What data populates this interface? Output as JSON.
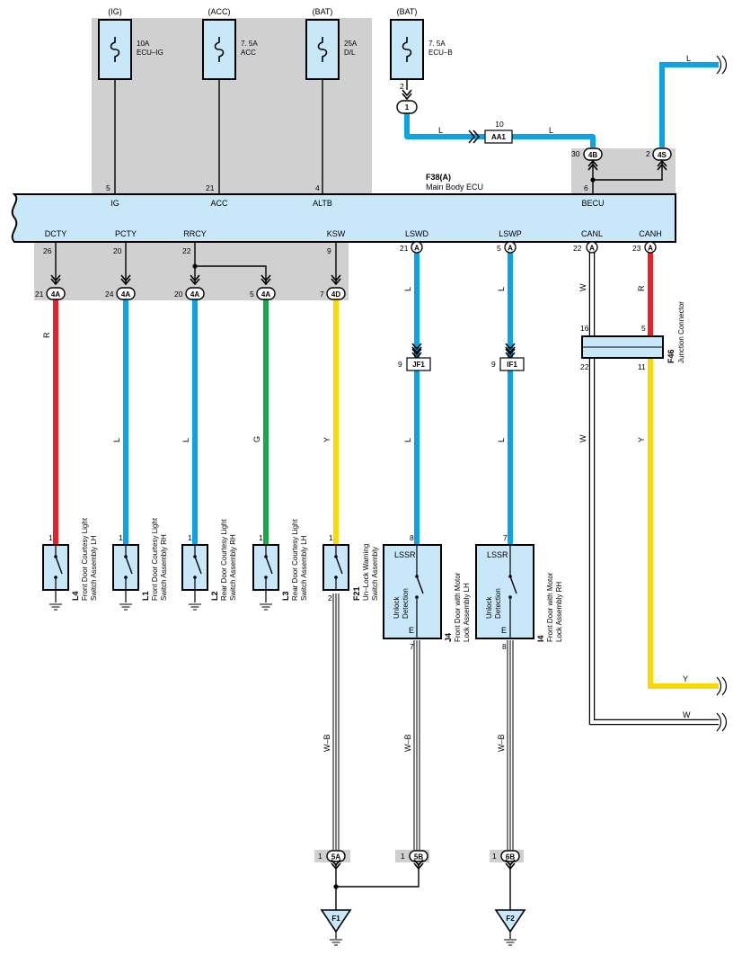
{
  "colors": {
    "blue": "#0aa3e3",
    "red": "#e8202a",
    "green": "#1aa74a",
    "yellow": "#fbd800",
    "ecu_fill": "#c8e7f8",
    "shade": "#d0d0d0"
  },
  "fuses": [
    {
      "source": "(IG)",
      "rating": "10A",
      "name": "ECU–IG"
    },
    {
      "source": "(ACC)",
      "rating": "7. 5A",
      "name": "ACC"
    },
    {
      "source": "(BAT)",
      "rating": "25A",
      "name": "D/L"
    },
    {
      "source": "(BAT)",
      "rating": "7. 5A",
      "name": "ECU–B"
    }
  ],
  "ecu": {
    "id": "F38(A)",
    "name": "Main Body ECU",
    "top_terminals": [
      {
        "label": "IG",
        "pin": "5"
      },
      {
        "label": "ACC",
        "pin": "21"
      },
      {
        "label": "ALTB",
        "pin": "4"
      },
      {
        "label": "BECU",
        "pin": "6"
      }
    ],
    "bottom_terminals": [
      {
        "label": "DCTY",
        "pin": "26"
      },
      {
        "label": "PCTY",
        "pin": "20"
      },
      {
        "label": "RRCY",
        "pin": "22"
      },
      {
        "label": "KSW",
        "pin": "9"
      },
      {
        "label": "LSWD",
        "pin": "21"
      },
      {
        "label": "LSWP",
        "pin": "5"
      },
      {
        "label": "CANL",
        "pin": "22"
      },
      {
        "label": "CANH",
        "pin": "23"
      }
    ]
  },
  "connectors": {
    "ecub_pin": "2",
    "c1": "1",
    "aa1": {
      "label": "AA1",
      "pin": "10"
    },
    "c4b": {
      "label": "4B",
      "pin": "30"
    },
    "c4s": {
      "label": "4S",
      "pin": "2"
    },
    "row": [
      {
        "label": "4A",
        "pin": "21"
      },
      {
        "label": "4A",
        "pin": "24"
      },
      {
        "label": "4A",
        "pin": "20"
      },
      {
        "label": "4A",
        "pin": "5"
      },
      {
        "label": "4D",
        "pin": "7"
      }
    ],
    "jf1": {
      "label": "JF1",
      "pin": "9"
    },
    "if1": {
      "label": "IF1",
      "pin": "9"
    },
    "ground_row": [
      {
        "label": "5A",
        "pin": "1"
      },
      {
        "label": "5B",
        "pin": "1"
      },
      {
        "label": "6B",
        "pin": "1"
      }
    ],
    "a_mark": "A"
  },
  "wire_colors": {
    "L": "L",
    "R": "R",
    "G": "G",
    "Y": "Y",
    "W": "W",
    "WB": "W–B"
  },
  "switches": [
    {
      "id": "L4",
      "desc1": "Front Door Courtesy Light",
      "desc2": "Switch Assembly LH",
      "pin": "1"
    },
    {
      "id": "L1",
      "desc1": "Front Door Courtesy Light",
      "desc2": "Switch Assembly RH",
      "pin": "1"
    },
    {
      "id": "L2",
      "desc1": "Rear Door Courtesy Light",
      "desc2": "Switch Assembly RH",
      "pin": "1"
    },
    {
      "id": "L3",
      "desc1": "Rear Door Courtesy Light",
      "desc2": "Switch Assembly LH",
      "pin": "1"
    },
    {
      "id": "F21",
      "desc1": "Un–Lock Warning",
      "desc2": "Switch Assembly",
      "pin": "1",
      "pin2": "2"
    }
  ],
  "locks": [
    {
      "id": "J4",
      "desc1": "Front Door with Motor",
      "desc2": "Lock Assembly LH",
      "top": "LSSR",
      "inner1": "Unlock",
      "inner2": "Detection",
      "bottom": "E",
      "pin_in": "8",
      "pin_out": "7"
    },
    {
      "id": "I4",
      "desc1": "Front Door with Motor",
      "desc2": "Lock Assembly RH",
      "top": "LSSR",
      "inner1": "Unlock",
      "inner2": "Detection",
      "bottom": "E",
      "pin_in": "7",
      "pin_out": "8"
    }
  ],
  "junction": {
    "id": "F46",
    "name": "Junction Connector",
    "pins": {
      "tl": "16",
      "tr": "5",
      "bl": "22",
      "br": "11"
    }
  },
  "grounds": [
    "F1",
    "F2"
  ]
}
